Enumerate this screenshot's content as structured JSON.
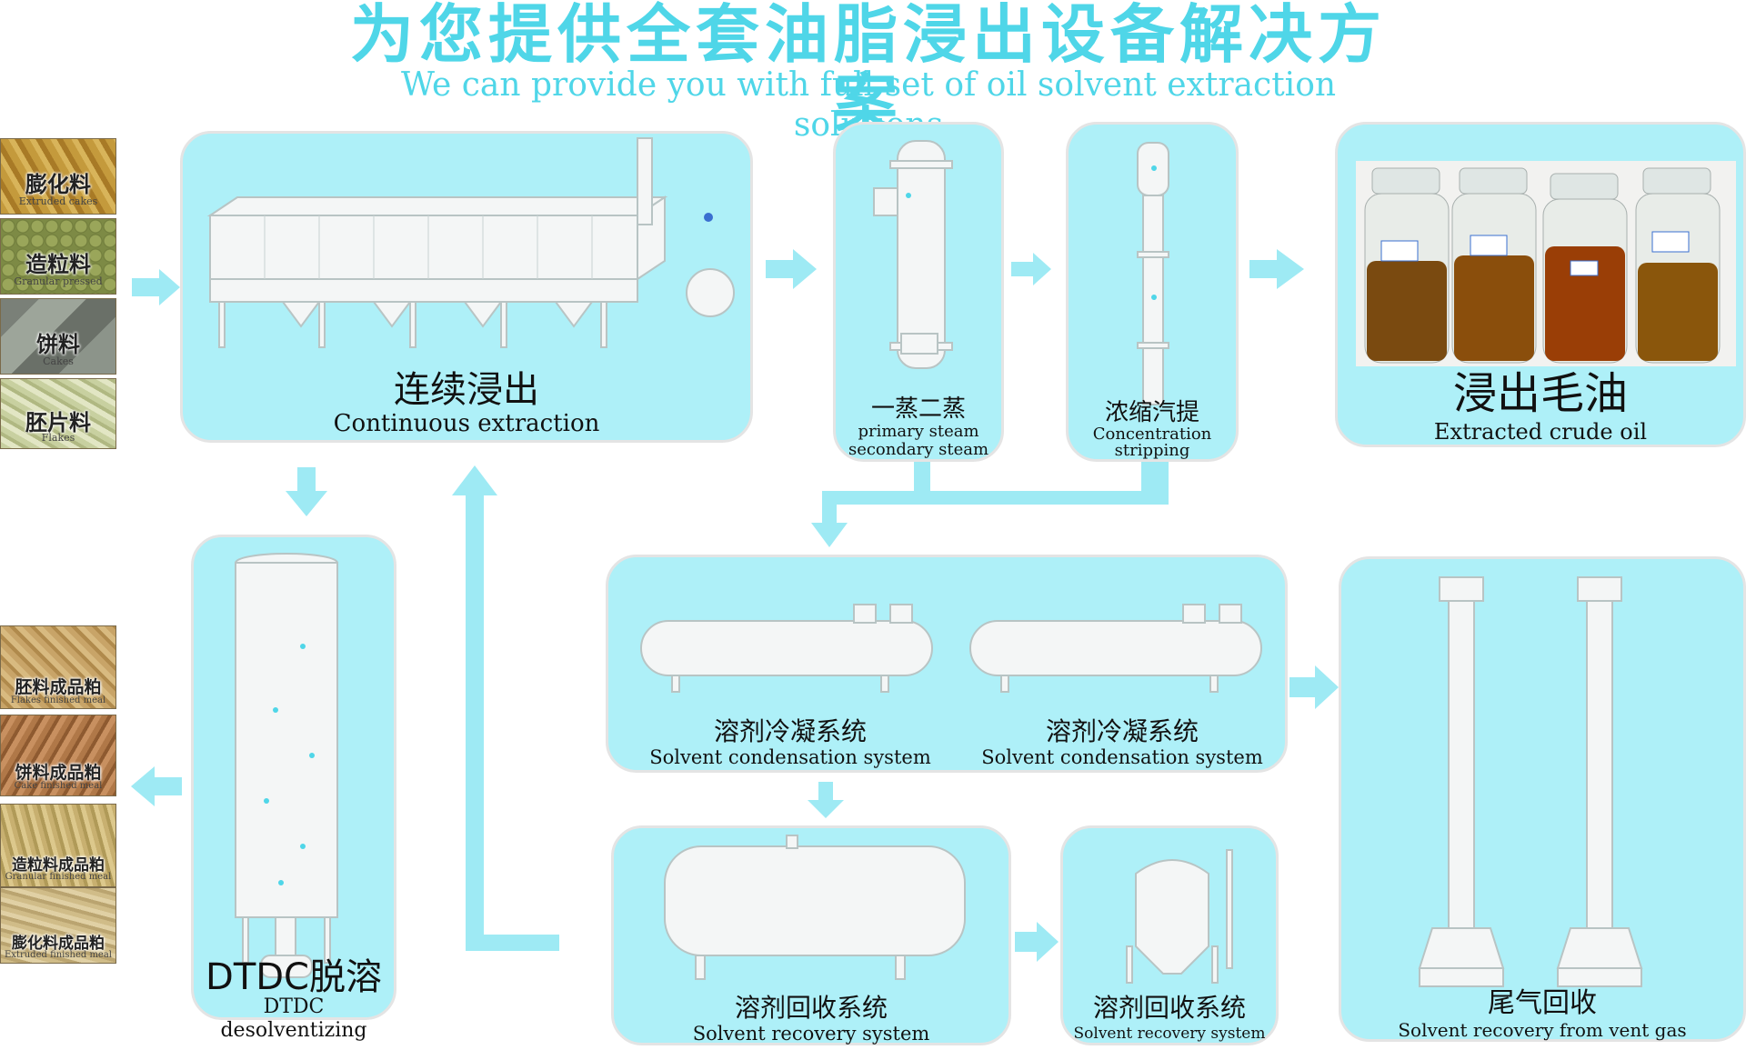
{
  "title": {
    "cn": "为您提供全套油脂浸出设备解决方案",
    "en": "We can provide you with full set of oil solvent extraction solutions"
  },
  "inputs": [
    {
      "cn": "膨化料",
      "en": "Extruded cakes"
    },
    {
      "cn": "造粒料",
      "en": "Granular pressed"
    },
    {
      "cn": "饼料",
      "en": "Cakes"
    },
    {
      "cn": "胚片料",
      "en": "Flakes"
    }
  ],
  "outputs": [
    {
      "cn": "胚料成品粕",
      "en": "Flakes finished meal"
    },
    {
      "cn": "饼料成品粕",
      "en": "Cake finished meal"
    },
    {
      "cn": "造粒料成品粕",
      "en": "Granular finished meal"
    },
    {
      "cn": "膨化料成品粕",
      "en": "Extruded finished meal"
    }
  ],
  "stages": {
    "extraction": {
      "cn": "连续浸出",
      "en": "Continuous extraction"
    },
    "evaporation": {
      "cn": "一蒸二蒸",
      "en1": "primary steam",
      "en2": "secondary steam"
    },
    "stripping": {
      "cn": "浓缩汽提",
      "en1": "Concentration",
      "en2": "stripping"
    },
    "crude_oil": {
      "cn": "浸出毛油",
      "en": "Extracted crude oil"
    },
    "dtdc": {
      "cn": "DTDC脱溶",
      "en": "DTDC desolventizing"
    },
    "condensation_1": {
      "cn": "溶剂冷凝系统",
      "en": "Solvent condensation system"
    },
    "condensation_2": {
      "cn": "溶剂冷凝系统",
      "en": "Solvent condensation system"
    },
    "recovery_1": {
      "cn": "溶剂回收系统",
      "en": "Solvent recovery system"
    },
    "recovery_2": {
      "cn": "溶剂回收系统",
      "en": "Solvent recovery system"
    },
    "vent_gas": {
      "cn": "尾气回收",
      "en": "Solvent recovery from vent gas"
    }
  },
  "colors": {
    "title": "#4fd6e8",
    "panel": "#aef0f8",
    "arrow": "#9eeaf4",
    "equipment": "#f4f6f6"
  }
}
